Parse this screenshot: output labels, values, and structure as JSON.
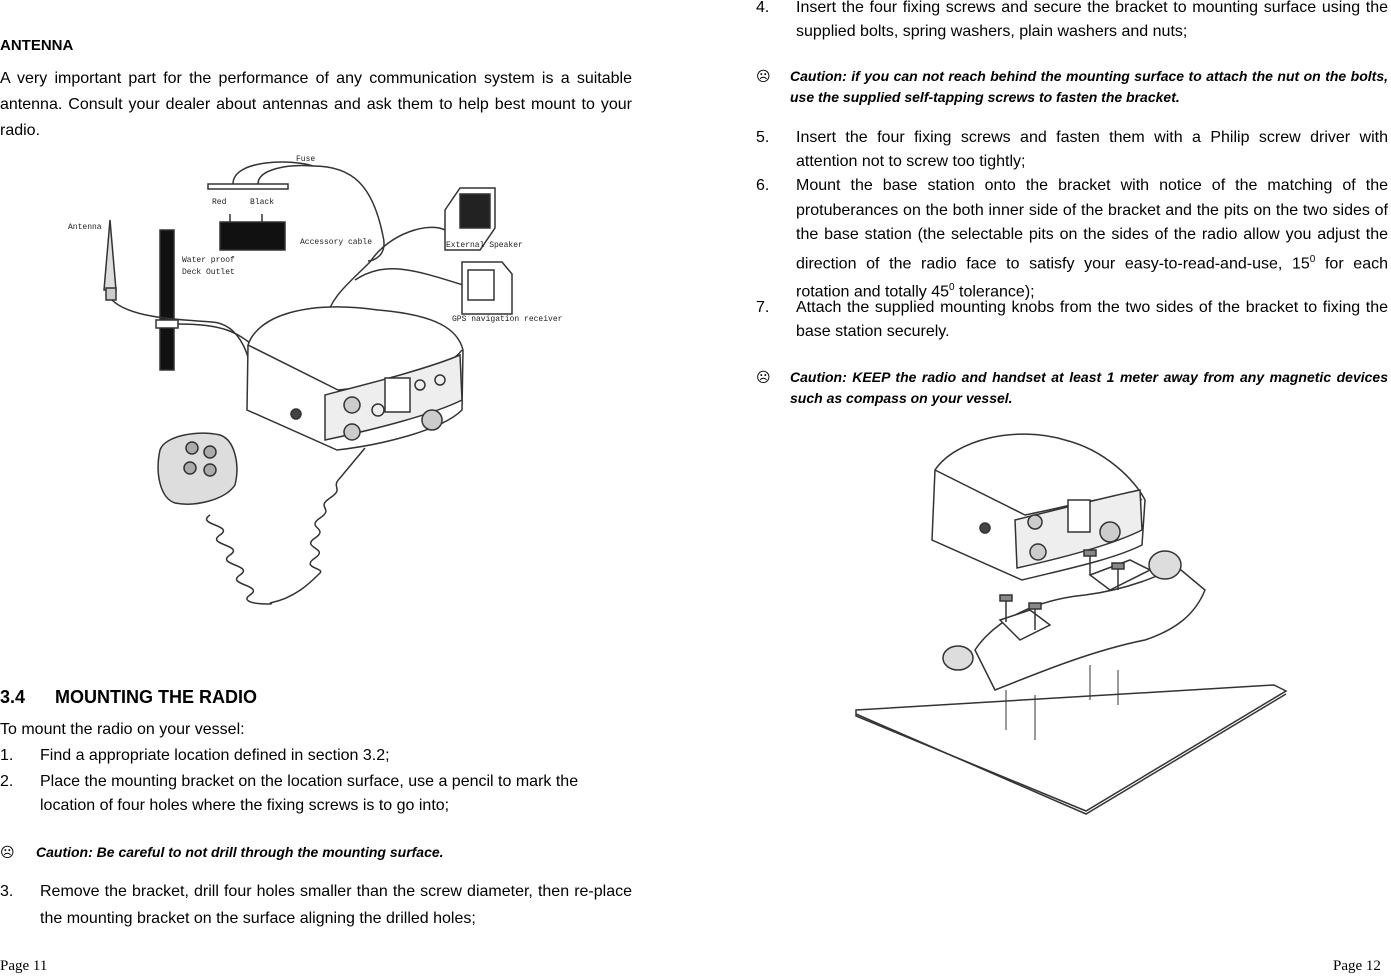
{
  "left": {
    "antenna_heading": "ANTENNA",
    "antenna_para": "A very important part for the performance of any communication system is a suitable antenna. Consult your dealer about antennas and ask them to help best mount to your radio.",
    "diagram_labels": {
      "fuse": "Fuse",
      "red": "Red",
      "black": "Black",
      "antenna": "Antenna",
      "accessory_cable": "Accessory cable",
      "external_speaker": "External Speaker",
      "water_proof": "Water proof",
      "deck_outlet": "Deck Outlet",
      "gps": "GPS navigation receiver"
    },
    "section_number": "3.4",
    "section_title": "MOUNTING THE RADIO",
    "intro": "To mount the radio on your vessel:",
    "steps": [
      {
        "num": "1.",
        "text": "Find a appropriate location defined in section 3.2;"
      },
      {
        "num": "2.",
        "text": "Place the mounting bracket on the location surface, use a pencil to mark the location of four holes where the fixing screws is to go into;"
      }
    ],
    "caution": "Caution:  Be careful to not drill through the mounting surface.",
    "step3": {
      "num": "3.",
      "text": "Remove the bracket, drill four holes smaller than the screw diameter, then re-place the mounting bracket on the surface aligning the drilled holes;"
    },
    "page_label": "Page 11"
  },
  "right": {
    "step4": {
      "num": "4.",
      "text": "Insert the four fixing screws and secure the bracket to mounting surface using the supplied bolts, spring washers, plain washers and nuts;"
    },
    "caution1": "Caution:  if you can not reach behind the mounting surface to attach the nut on the bolts, use the supplied self-tapping screws to fasten the bracket.",
    "step5": {
      "num": "5.",
      "text": "Insert the four fixing screws and fasten them with a Philip screw driver with attention not to screw too tightly;"
    },
    "step6": {
      "num": "6.",
      "text_a": "Mount the base station onto the bracket with notice of the matching of the protuberances on the both inner side of the bracket and the pits on the two sides of the base station (the selectable pits on the sides of the radio allow you adjust the direction of the radio face to satisfy your easy-to-read-and-use, 15",
      "sup1": "0",
      "text_b": " for each rotation and totally 45",
      "sup2": "0",
      "text_c": " tolerance);"
    },
    "step7": {
      "num": "7.",
      "text": "Attach the supplied mounting knobs from the two sides of the bracket to fixing the base station securely."
    },
    "caution2": "Caution:  KEEP the radio and handset at least 1 meter away from any magnetic devices such as compass on your vessel.",
    "page_label": "Page 12"
  },
  "caution_symbol": "☹"
}
